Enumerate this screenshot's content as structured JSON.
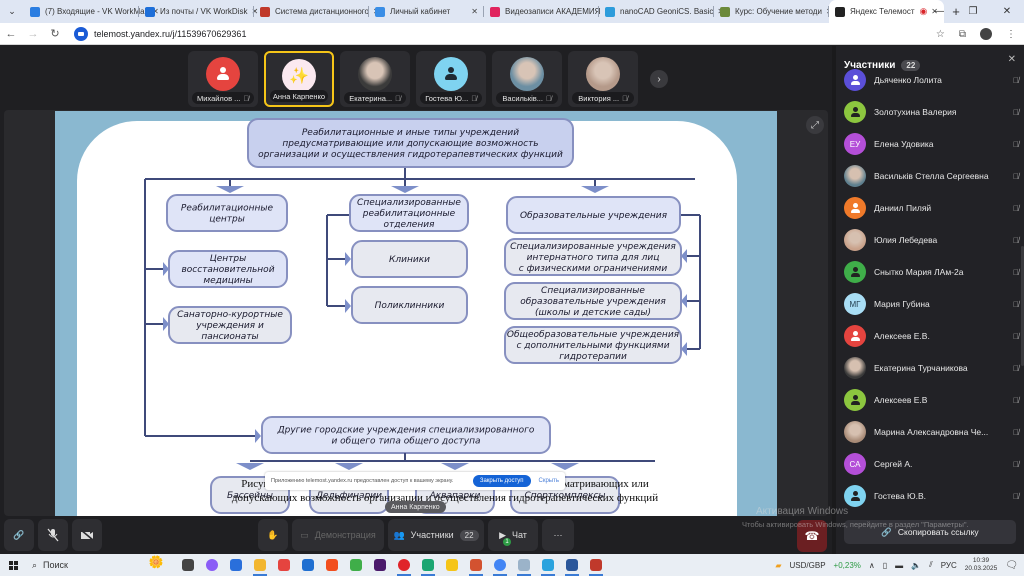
{
  "browser": {
    "tabs": [
      {
        "title": "(7) Входящие - VK WorkMail",
        "color": "#2a7de1",
        "active": false
      },
      {
        "title": "Из почты / VK WorkDisk",
        "color": "#1e6fd9",
        "active": false
      },
      {
        "title": "Система дистанционного",
        "color": "#c0392b",
        "active": false
      },
      {
        "title": "Личный кабинет",
        "color": "#3a8ee6",
        "active": false
      },
      {
        "title": "Видеозаписи АКАДЕМИЯ",
        "color": "#e0245e",
        "active": false
      },
      {
        "title": "nanoCAD GeoniCS. Basic",
        "color": "#2d9cdb",
        "active": false
      },
      {
        "title": "Курс: Обучение методи",
        "color": "#6c8a3b",
        "active": false
      },
      {
        "title": "Яндекс Телемост",
        "color": "#222222",
        "active": true
      }
    ],
    "url": "telemost.yandex.ru/j/11539670629361",
    "window_controls": [
      "—",
      "❐",
      "✕"
    ]
  },
  "filmstrip": {
    "tiles": [
      {
        "name": "Михайлов ...",
        "avatar_color": "#e5443f",
        "type": "icon",
        "muted": true
      },
      {
        "name": "Анна Карпенко",
        "avatar_color": "#fbe9f0",
        "type": "sparkle",
        "muted": false,
        "speaking": true
      },
      {
        "name": "Екатерина...",
        "avatar_color": "#3b3b3b",
        "type": "photo",
        "muted": true
      },
      {
        "name": "Гостева Ю...",
        "avatar_color": "#7fd3f0",
        "type": "icon-dark",
        "muted": true
      },
      {
        "name": "Васильків...",
        "avatar_color": "#6c8fa3",
        "type": "photo",
        "muted": true
      },
      {
        "name": "Виктория ...",
        "avatar_color": "#b59a8a",
        "type": "photo",
        "muted": true
      }
    ],
    "next_icon": "chevron-right-icon"
  },
  "slide": {
    "root": [
      "Реабилитационные и иные типы учреждений",
      "предусматривающие или допускающие возможность",
      "организации и осуществления гидротерапевтических функций"
    ],
    "col1": [
      [
        "Реабилитационные",
        "центры"
      ],
      [
        "Центры",
        "восстановительной",
        "медицины"
      ],
      [
        "Санаторно-курортные",
        "учреждения и",
        "пансионаты"
      ]
    ],
    "col2": [
      [
        "Специализированные",
        "реабилитационные",
        "отделения"
      ],
      [
        "Клиники"
      ],
      [
        "Поликлинники"
      ]
    ],
    "col3": [
      [
        "Образовательные учреждения"
      ],
      [
        "Специализированные учреждения",
        "интернатного типа для лиц",
        "с физическими ограничениями"
      ],
      [
        "Специализированные",
        "образовательные учреждения",
        "(школы и детские сады)"
      ],
      [
        "Общеобразовательные учреждения",
        "с дополнительными функциями",
        "гидротерапии"
      ]
    ],
    "other": [
      "Другие городские учреждения специализированного",
      "и общего типа общего доступа"
    ],
    "bottom": [
      "Бассейны",
      "Дельфинарии",
      "Аквапарки",
      "Спорткомплексы"
    ],
    "caption_line1": "Рисунок 3 – Типологичес                                                          й, предусматривающих или",
    "caption_line2": "допускающих возможность организации и осуществления гидротерапевтических функций"
  },
  "share_bar": {
    "message": "Приложению telemost.yandex.ru предоставлен доступ к вашему экрану.",
    "stop_label": "Закрыть доступ",
    "hide_label": "Скрыть"
  },
  "speaker_label": "Анна Карпенко",
  "toolbar": {
    "demo_label": "Демонстрация",
    "participants_label": "Участники",
    "participants_count": "22",
    "chat_label": "Чат",
    "chat_unread": "1",
    "more_label": "···"
  },
  "panel": {
    "title": "Участники",
    "count": "22",
    "participants": [
      {
        "name": "Дьяченко Лолита",
        "color": "#5b4fd8",
        "initials": "",
        "kind": "icon-w"
      },
      {
        "name": "Золотухина Валерия",
        "color": "#8cc63f",
        "initials": "",
        "kind": "icon-d"
      },
      {
        "name": "Елена Удовика",
        "color": "#b44fd8",
        "initials": "ЕУ",
        "kind": "text"
      },
      {
        "name": "Васильків Стелла Сергеевна",
        "color": "#5e7f8e",
        "initials": "",
        "kind": "photo"
      },
      {
        "name": "Даниил Пиляй",
        "color": "#f07a2a",
        "initials": "",
        "kind": "icon-w"
      },
      {
        "name": "Юлия Лебедева",
        "color": "#c9a18a",
        "initials": "",
        "kind": "photo"
      },
      {
        "name": "Снытко Мария ЛАм-2а",
        "color": "#3fae49",
        "initials": "",
        "kind": "icon-d"
      },
      {
        "name": "Мария Губина",
        "color": "#a9def5",
        "initials": "МГ",
        "kind": "text-d"
      },
      {
        "name": "Алексеев Е.В.",
        "color": "#e5443f",
        "initials": "",
        "kind": "icon-w"
      },
      {
        "name": "Екатерина Турчаникова",
        "color": "#3a3a3a",
        "initials": "",
        "kind": "photo"
      },
      {
        "name": "Алексеев Е.В",
        "color": "#8cc63f",
        "initials": "",
        "kind": "icon-d"
      },
      {
        "name": "Марина Александровна Че...",
        "color": "#a88b77",
        "initials": "",
        "kind": "photo"
      },
      {
        "name": "Сергей А.",
        "color": "#b44fd8",
        "initials": "СА",
        "kind": "text"
      },
      {
        "name": "Гостева Ю.В.",
        "color": "#7fd3f0",
        "initials": "",
        "kind": "icon-d"
      }
    ],
    "copy_link_label": "Скопировать ссылку"
  },
  "watermark": {
    "line1": "Активация Windows",
    "line2": "Чтобы активировать Windows, перейдите в раздел \"Параметры\"."
  },
  "taskbar": {
    "search_label": "Поиск",
    "apps": [
      {
        "name": "task-view",
        "color": "#444"
      },
      {
        "name": "alice",
        "color": "#8a5cf6"
      },
      {
        "name": "store",
        "color": "#2a6fdb"
      },
      {
        "name": "explorer",
        "color": "#f2b630"
      },
      {
        "name": "yandex-browser",
        "color": "#e5443f"
      },
      {
        "name": "outlook",
        "color": "#1f6fd1"
      },
      {
        "name": "yandex",
        "color": "#f24e1e"
      },
      {
        "name": "app-c",
        "color": "#3fae49"
      },
      {
        "name": "premiere",
        "color": "#4b1a6b"
      },
      {
        "name": "opera",
        "color": "#e0242a"
      },
      {
        "name": "edge",
        "color": "#1ba672"
      },
      {
        "name": "app-m",
        "color": "#f5c518"
      },
      {
        "name": "powerpoint",
        "color": "#d35230"
      },
      {
        "name": "chrome",
        "color": "#4285f4"
      },
      {
        "name": "app-img",
        "color": "#9bb3c9"
      },
      {
        "name": "telegram",
        "color": "#2aa3de"
      },
      {
        "name": "word",
        "color": "#2b579a"
      },
      {
        "name": "app-v",
        "color": "#c0392b"
      }
    ],
    "ticker": "USD/GBP",
    "ticker_change": "+0,23%",
    "lang": "РУС",
    "time": "10:39",
    "date": "20.03.2025"
  }
}
